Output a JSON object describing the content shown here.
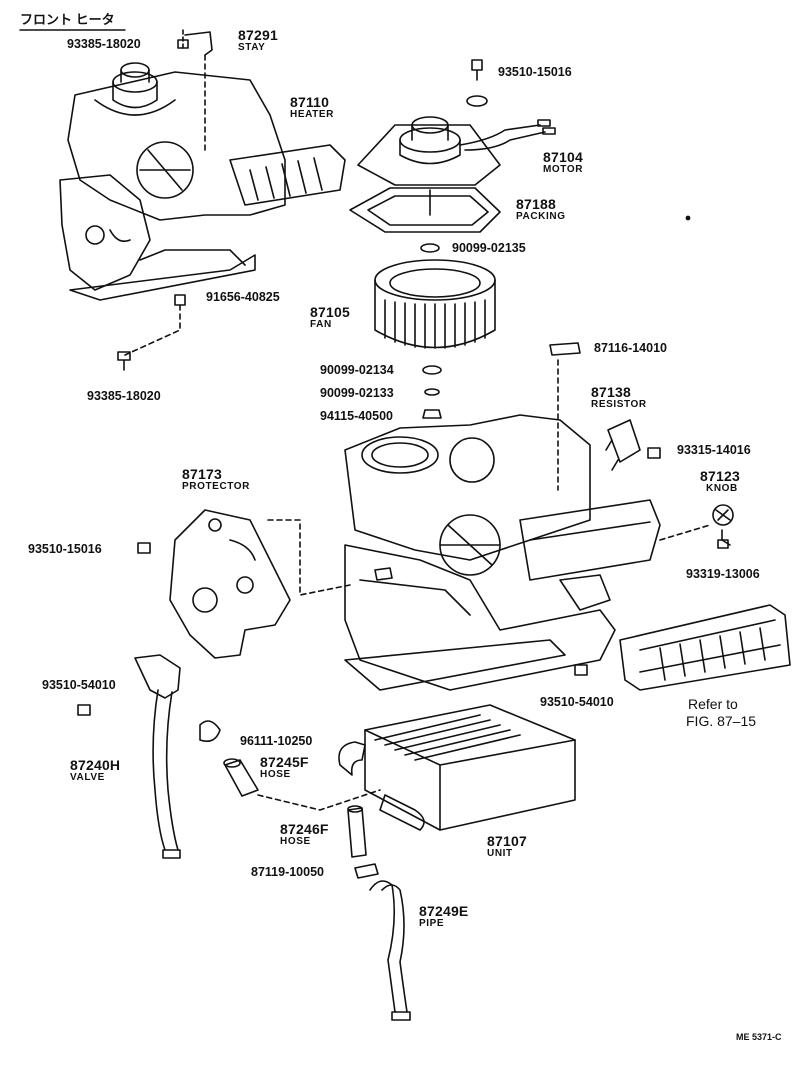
{
  "title": "フロント ヒータ",
  "code": "ME 5371-C",
  "parts": {
    "stay": {
      "number": "87291",
      "name": "STAY"
    },
    "heater": {
      "number": "87110",
      "name": "HEATER"
    },
    "motor": {
      "number": "87104",
      "name": "MOTOR"
    },
    "packing": {
      "number": "87188",
      "name": "PACKING"
    },
    "fan": {
      "number": "87105",
      "name": "FAN"
    },
    "resistor": {
      "number": "87138",
      "name": "RESISTOR"
    },
    "protector": {
      "number": "87173",
      "name": "PROTECTOR"
    },
    "knob": {
      "number": "87123",
      "name": "KNOB"
    },
    "valve": {
      "number": "87240H",
      "name": "VALVE"
    },
    "hose_f": {
      "number": "87245F",
      "name": "HOSE"
    },
    "hose_g": {
      "number": "87246F",
      "name": "HOSE"
    },
    "unit": {
      "number": "87107",
      "name": "UNIT"
    },
    "pipe": {
      "number": "87249E",
      "name": "PIPE"
    }
  },
  "fasteners": {
    "f_93385_top": "93385-18020",
    "f_93510_top": "93510-15016",
    "f_90099_02135": "90099-02135",
    "f_91656": "91656-40825",
    "f_93385_bottom": "93385-18020",
    "f_87116": "87116-14010",
    "f_90099_02134": "90099-02134",
    "f_90099_02133": "90099-02133",
    "f_94115": "94115-40500",
    "f_93315": "93315-14016",
    "f_93510_left": "93510-15016",
    "f_93319": "93319-13006",
    "f_93510_54010_left": "93510-54010",
    "f_93510_54010_right": "93510-54010",
    "f_96111": "96111-10250",
    "f_87119": "87119-10050"
  },
  "reference": {
    "line1": "Refer to",
    "line2": "FIG. 87–15"
  }
}
